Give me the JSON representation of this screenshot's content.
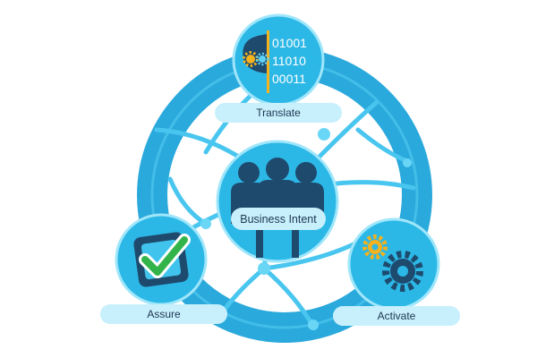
{
  "diagram": {
    "center_label": "Business Intent",
    "nodes": [
      {
        "id": "translate",
        "label": "Translate",
        "binary": [
          "01001",
          "11010",
          "00011"
        ]
      },
      {
        "id": "assure",
        "label": "Assure"
      },
      {
        "id": "activate",
        "label": "Activate"
      }
    ]
  },
  "colors": {
    "ring": "#2aa9dc",
    "light_blue": "#40c4ee",
    "node_fill": "#2cb8e6",
    "dark_navy": "#1e4a6e",
    "pill": "#c7f0fc",
    "check_green": "#33b44a",
    "gear_yellow": "#f5b21c"
  }
}
